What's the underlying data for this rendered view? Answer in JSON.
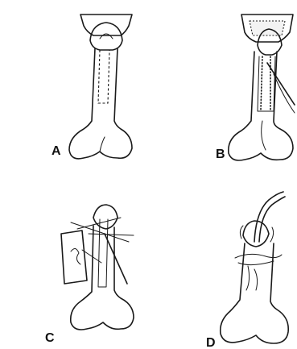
{
  "panels": [
    {
      "id": "A",
      "label": "A"
    },
    {
      "id": "B",
      "label": "B"
    },
    {
      "id": "C",
      "label": "C"
    },
    {
      "id": "D",
      "label": "D"
    }
  ]
}
